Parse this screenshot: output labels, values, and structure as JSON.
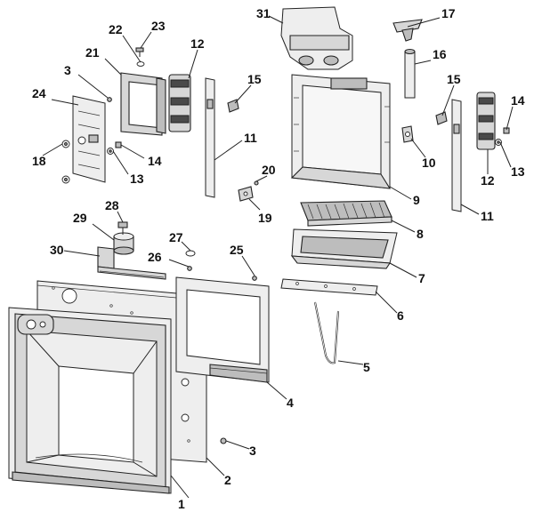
{
  "callouts": [
    {
      "id": "1",
      "label": "1"
    },
    {
      "id": "2",
      "label": "2"
    },
    {
      "id": "3a",
      "label": "3"
    },
    {
      "id": "3b",
      "label": "3"
    },
    {
      "id": "4",
      "label": "4"
    },
    {
      "id": "5",
      "label": "5"
    },
    {
      "id": "6",
      "label": "6"
    },
    {
      "id": "7",
      "label": "7"
    },
    {
      "id": "8",
      "label": "8"
    },
    {
      "id": "9",
      "label": "9"
    },
    {
      "id": "10",
      "label": "10"
    },
    {
      "id": "11a",
      "label": "11"
    },
    {
      "id": "11b",
      "label": "11"
    },
    {
      "id": "12a",
      "label": "12"
    },
    {
      "id": "12b",
      "label": "12"
    },
    {
      "id": "13a",
      "label": "13"
    },
    {
      "id": "13b",
      "label": "13"
    },
    {
      "id": "14a",
      "label": "14"
    },
    {
      "id": "14b",
      "label": "14"
    },
    {
      "id": "15a",
      "label": "15"
    },
    {
      "id": "15b",
      "label": "15"
    },
    {
      "id": "16",
      "label": "16"
    },
    {
      "id": "17",
      "label": "17"
    },
    {
      "id": "18",
      "label": "18"
    },
    {
      "id": "19",
      "label": "19"
    },
    {
      "id": "20",
      "label": "20"
    },
    {
      "id": "21",
      "label": "21"
    },
    {
      "id": "22",
      "label": "22"
    },
    {
      "id": "23",
      "label": "23"
    },
    {
      "id": "24",
      "label": "24"
    },
    {
      "id": "25",
      "label": "25"
    },
    {
      "id": "26",
      "label": "26"
    },
    {
      "id": "27",
      "label": "27"
    },
    {
      "id": "28",
      "label": "28"
    },
    {
      "id": "29",
      "label": "29"
    },
    {
      "id": "30",
      "label": "30"
    },
    {
      "id": "31",
      "label": "31"
    }
  ]
}
